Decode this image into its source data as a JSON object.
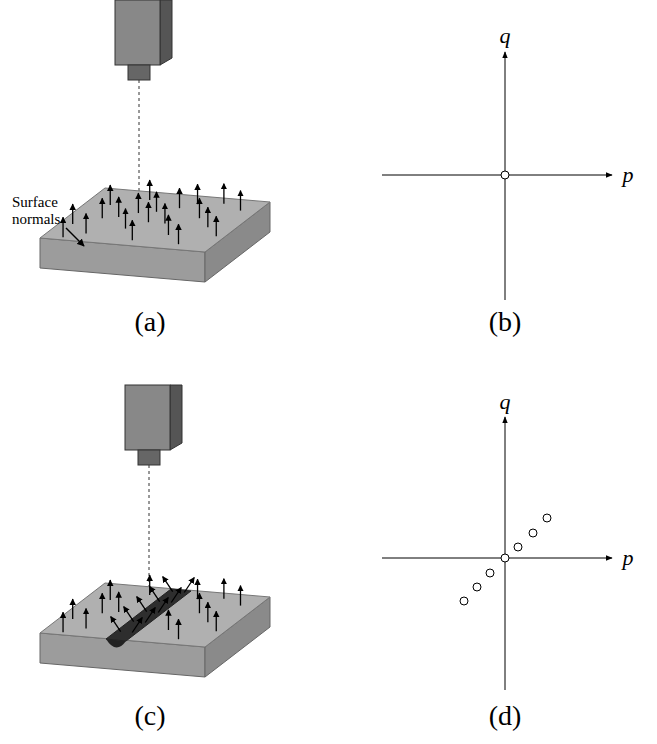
{
  "diagram": {
    "labels": [
      "Surface normals",
      "(a)",
      "q",
      "p",
      "(b)",
      "(c)",
      "q",
      "p",
      "(d)"
    ]
  }
}
